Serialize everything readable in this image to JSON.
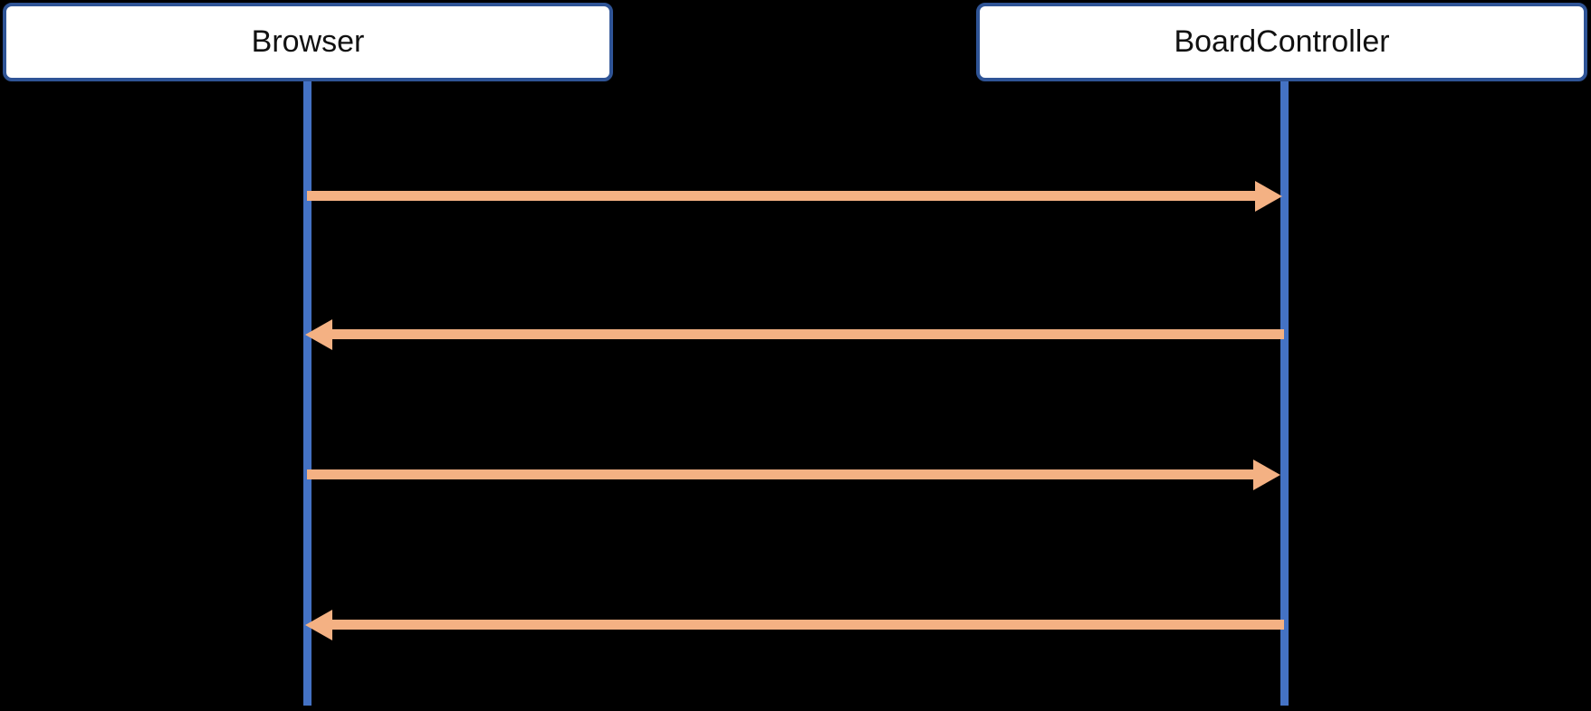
{
  "diagram": {
    "type": "sequence-diagram",
    "background_color": "#000000",
    "colors": {
      "actor_fill": "#FFFFFF",
      "actor_border": "#2F5496",
      "actor_text": "#111111",
      "lifeline": "#4472C4",
      "arrow": "#F4B183"
    },
    "actors": [
      {
        "name": "Browser"
      },
      {
        "name": "BoardController"
      }
    ],
    "messages": [
      {
        "from": "Browser",
        "to": "BoardController",
        "direction": "right"
      },
      {
        "from": "BoardController",
        "to": "Browser",
        "direction": "left"
      },
      {
        "from": "Browser",
        "to": "BoardController",
        "direction": "right"
      },
      {
        "from": "BoardController",
        "to": "Browser",
        "direction": "left"
      }
    ]
  }
}
